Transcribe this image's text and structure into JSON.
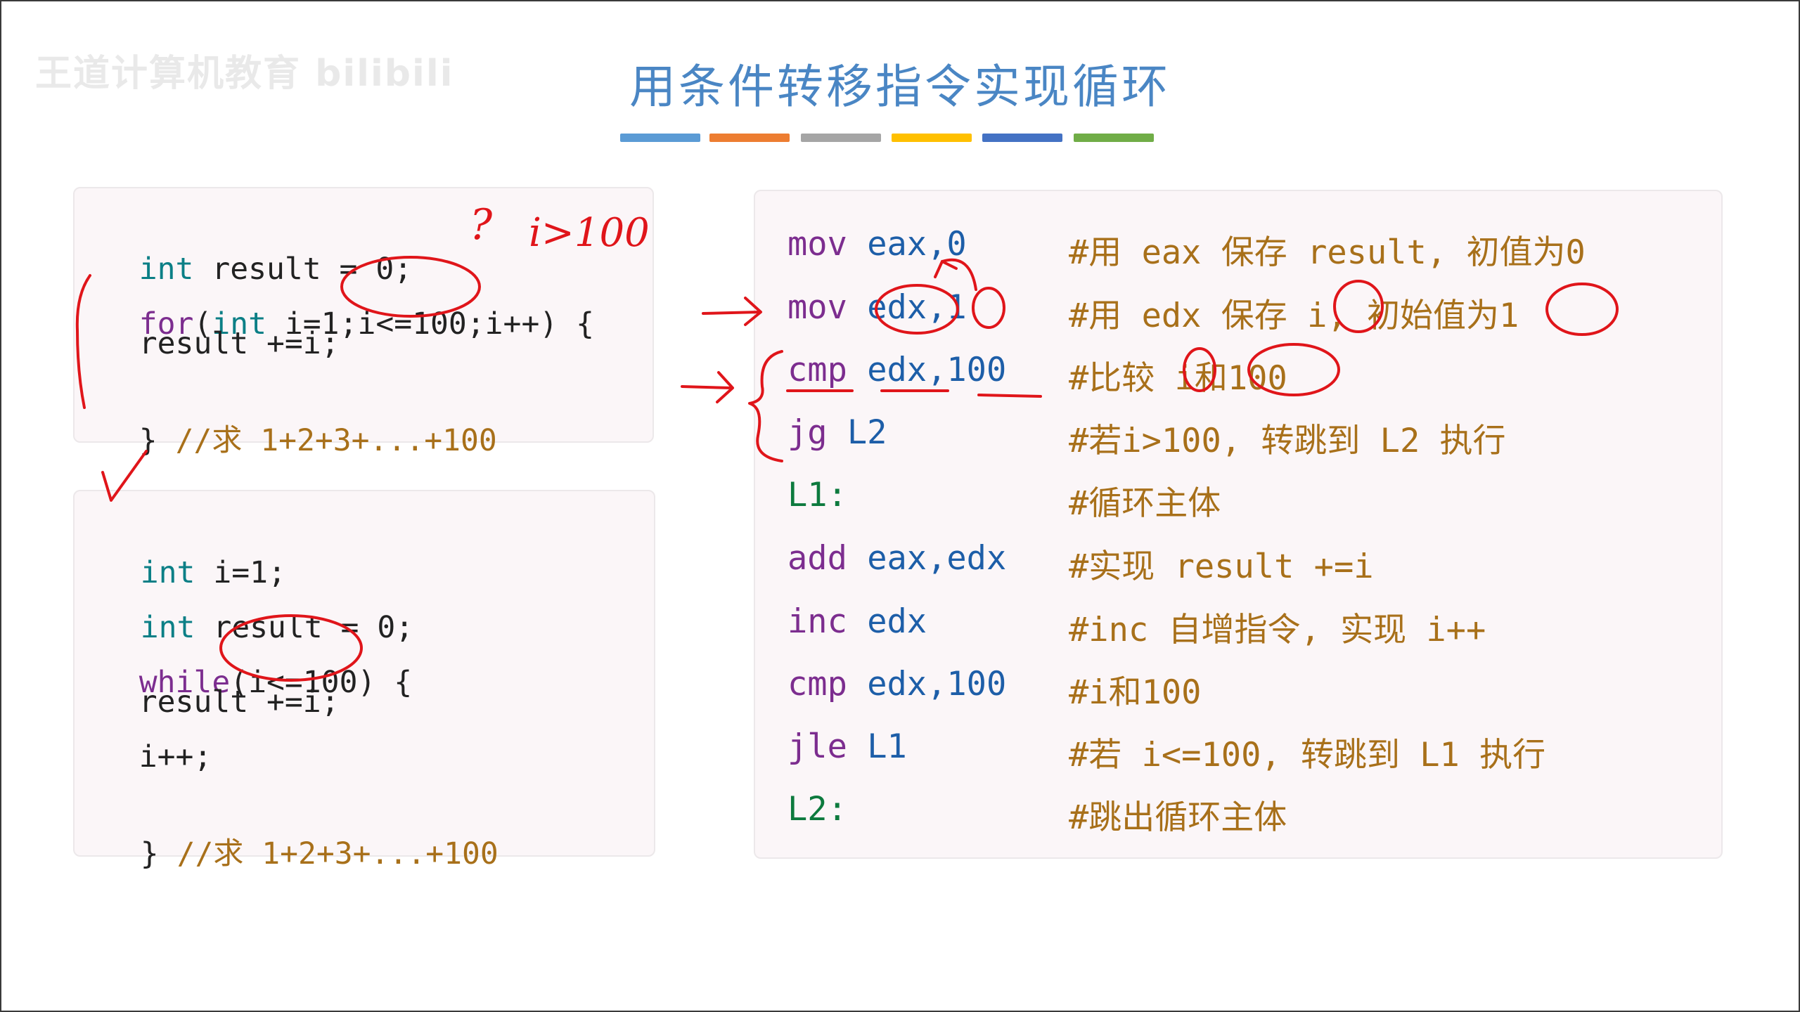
{
  "watermark": "王道计算机教育 bilibili",
  "title": "用条件转移指令实现循环",
  "accent_colors": [
    "#5b9bd5",
    "#ed7d31",
    "#a5a5a5",
    "#ffc000",
    "#4472c4",
    "#70ad47"
  ],
  "for_code": {
    "line1_kw": "int",
    "line1_rest": " result = 0;",
    "line2_kw": "for",
    "line2_p1": "(",
    "line2_kw2": "int",
    "line2_rest": " i=1;i<=100;i++) {",
    "line3": "  result +=i;",
    "line4_brace": "} ",
    "line4_comment": "//求 1+2+3+...+100"
  },
  "while_code": {
    "line1_kw": "int",
    "line1_rest": " i=1;",
    "line2_kw": "int",
    "line2_rest": " result = 0;",
    "line3_kw": "while",
    "line3_rest": "(i<=100) {",
    "line4": "  result +=i;",
    "line5": "  i++;",
    "line6_brace": "} ",
    "line6_comment": "//求 1+2+3+...+100"
  },
  "asm": [
    {
      "op": "mov",
      "arg": "eax,0",
      "comment": "#用 eax 保存 result, 初值为0"
    },
    {
      "op": "mov",
      "arg": "edx,1",
      "comment": "#用 edx 保存 i, 初始值为1"
    },
    {
      "op": "cmp",
      "arg": "edx,100",
      "comment": "#比较 i和100"
    },
    {
      "op": "jg",
      "arg": "L2",
      "comment": "#若i>100, 转跳到 L2 执行"
    },
    {
      "op": "L1:",
      "arg": "",
      "comment": "#循环主体"
    },
    {
      "op": "add",
      "arg": "eax,edx",
      "comment": "#实现 result +=i"
    },
    {
      "op": "inc",
      "arg": "edx",
      "comment": "#inc 自增指令, 实现 i++"
    },
    {
      "op": "cmp",
      "arg": "edx,100",
      "comment": "#i和100"
    },
    {
      "op": "jle",
      "arg": "L1",
      "comment": "#若 i<=100, 转跳到 L1 执行"
    },
    {
      "op": "L2:",
      "arg": "",
      "comment": "#跳出循环主体"
    }
  ],
  "annotations": {
    "question": "?",
    "condition": "i>100"
  }
}
